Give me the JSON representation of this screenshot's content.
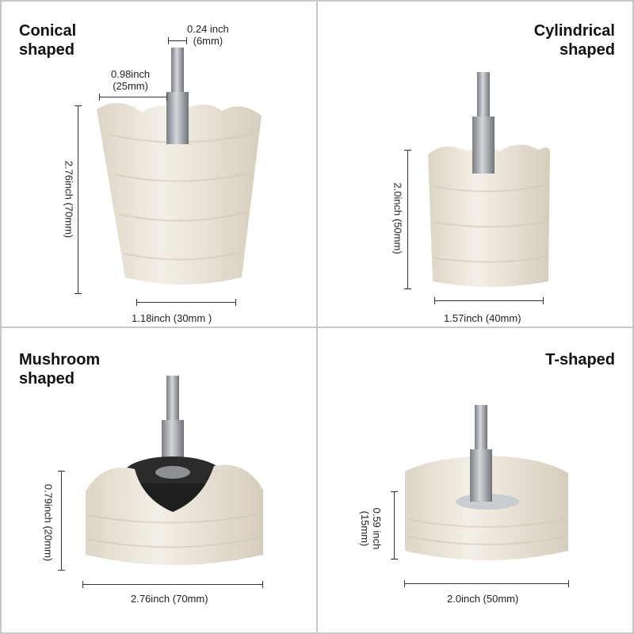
{
  "panels": {
    "conical": {
      "title_lines": [
        "Conical",
        "shaped"
      ],
      "shank_dim_lines": [
        "0.24 inch",
        "(6mm)"
      ],
      "hex_dim_lines": [
        "0.98inch",
        "(25mm)"
      ],
      "height_dim": "2.76inch (70mm)",
      "width_dim": "1.18inch (30mm )"
    },
    "cylindrical": {
      "title_lines": [
        "Cylindrical",
        "shaped"
      ],
      "height_dim": "2.0inch (50mm)",
      "width_dim": "1.57inch (40mm)"
    },
    "mushroom": {
      "title_lines": [
        "Mushroom",
        "shaped"
      ],
      "height_dim": "0.79inch (20mm)",
      "width_dim": "2.76inch (70mm)"
    },
    "tshaped": {
      "title_lines": [
        "T-shaped"
      ],
      "height_dim_lines": [
        "0.59 inch",
        "(15mm)"
      ],
      "width_dim": "2.0inch (50mm)"
    }
  },
  "colors": {
    "border": "#c8c8c8",
    "cotton": "#f1ece2",
    "cotton_shadow": "#d9d2c4",
    "metal": "#a9adb2",
    "metal_dark": "#6f7378",
    "washer": "#2b2b2b"
  },
  "icons": {
    "conical": "conical-buffing-wheel-icon",
    "cylindrical": "cylindrical-buffing-wheel-icon",
    "mushroom": "mushroom-buffing-wheel-icon",
    "tshaped": "t-shaped-buffing-wheel-icon"
  }
}
